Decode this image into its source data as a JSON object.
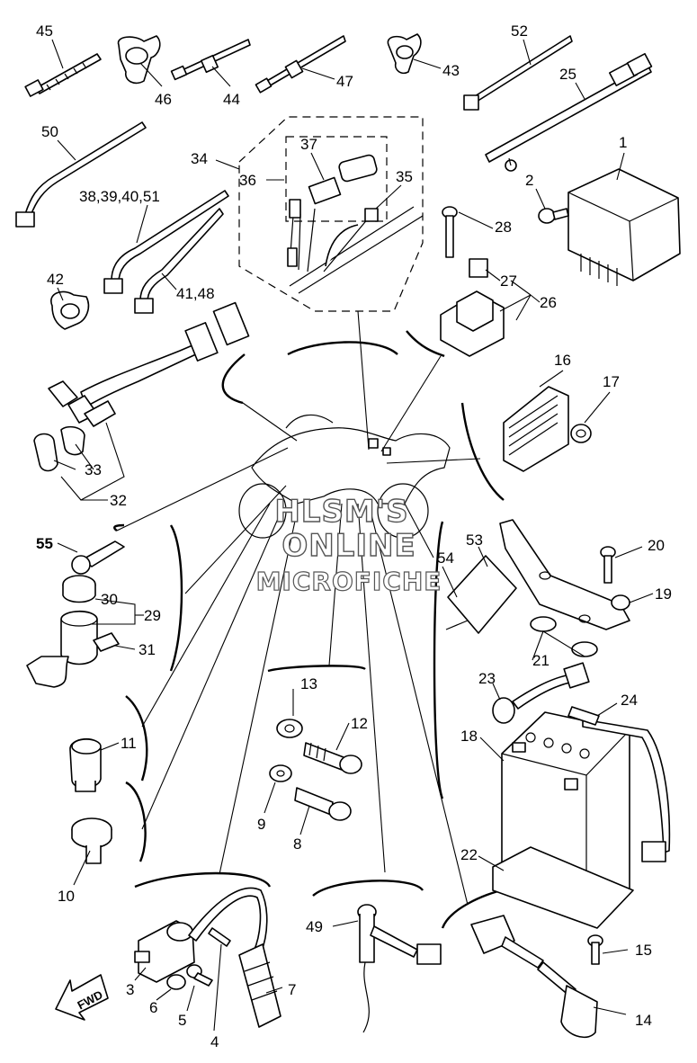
{
  "callouts": [
    {
      "id": "c45",
      "text": "45"
    },
    {
      "id": "c46",
      "text": "46"
    },
    {
      "id": "c44",
      "text": "44"
    },
    {
      "id": "c47",
      "text": "47"
    },
    {
      "id": "c43",
      "text": "43"
    },
    {
      "id": "c52",
      "text": "52"
    },
    {
      "id": "c25",
      "text": "25"
    },
    {
      "id": "c1",
      "text": "1"
    },
    {
      "id": "c2",
      "text": "2"
    },
    {
      "id": "c50",
      "text": "50"
    },
    {
      "id": "c34",
      "text": "34"
    },
    {
      "id": "c36",
      "text": "36"
    },
    {
      "id": "c37",
      "text": "37"
    },
    {
      "id": "c35",
      "text": "35"
    },
    {
      "id": "c28",
      "text": "28"
    },
    {
      "id": "c27",
      "text": "27"
    },
    {
      "id": "c26",
      "text": "26"
    },
    {
      "id": "c38",
      "text": "38,39,40,51"
    },
    {
      "id": "c42",
      "text": "42"
    },
    {
      "id": "c41",
      "text": "41,48"
    },
    {
      "id": "c16",
      "text": "16"
    },
    {
      "id": "c17",
      "text": "17"
    },
    {
      "id": "c33",
      "text": "33"
    },
    {
      "id": "c32",
      "text": "32"
    },
    {
      "id": "c55",
      "text": "55"
    },
    {
      "id": "c53",
      "text": "53"
    },
    {
      "id": "c54",
      "text": "54"
    },
    {
      "id": "c20",
      "text": "20"
    },
    {
      "id": "c19",
      "text": "19"
    },
    {
      "id": "c30",
      "text": "30"
    },
    {
      "id": "c29",
      "text": "29"
    },
    {
      "id": "c31",
      "text": "31"
    },
    {
      "id": "c21",
      "text": "21"
    },
    {
      "id": "c13",
      "text": "13"
    },
    {
      "id": "c23",
      "text": "23"
    },
    {
      "id": "c24",
      "text": "24"
    },
    {
      "id": "c12",
      "text": "12"
    },
    {
      "id": "c11",
      "text": "11"
    },
    {
      "id": "c18",
      "text": "18"
    },
    {
      "id": "c9",
      "text": "9"
    },
    {
      "id": "c8",
      "text": "8"
    },
    {
      "id": "c22",
      "text": "22"
    },
    {
      "id": "c10",
      "text": "10"
    },
    {
      "id": "c49",
      "text": "49"
    },
    {
      "id": "c15",
      "text": "15"
    },
    {
      "id": "c3",
      "text": "3"
    },
    {
      "id": "c6",
      "text": "6"
    },
    {
      "id": "c7",
      "text": "7"
    },
    {
      "id": "c5",
      "text": "5"
    },
    {
      "id": "c14",
      "text": "14"
    },
    {
      "id": "c4",
      "text": "4"
    }
  ],
  "watermark": {
    "line1": "HLSM'S",
    "line2": "ONLINE",
    "line3": "MICROFICHE"
  },
  "fwd_label": "FWD",
  "icons": {
    "fwd_arrow": "fwd-arrow-icon"
  }
}
